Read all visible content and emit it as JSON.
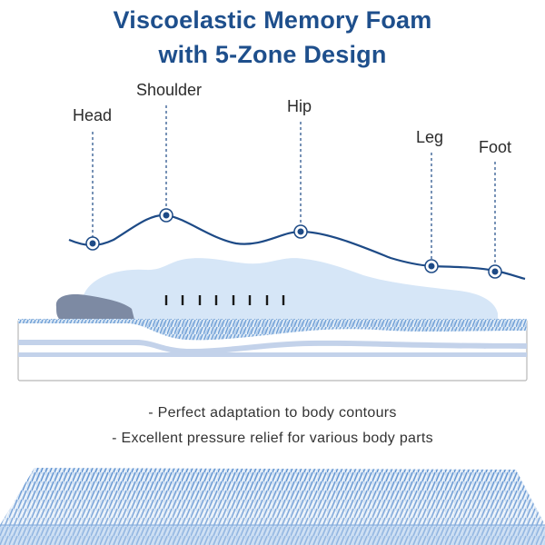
{
  "title": {
    "line1": "Viscoelastic Memory Foam",
    "line2": "with 5-Zone Design"
  },
  "zones": {
    "head": "Head",
    "shoulder": "Shoulder",
    "hip": "Hip",
    "leg": "Leg",
    "foot": "Foot"
  },
  "features": [
    "- Perfect adaptation to body contours",
    "- Excellent pressure relief for various body parts"
  ],
  "colors": {
    "title": "#1e4f8c",
    "curve": "#1d4a86",
    "body_silhouette": "#d6e6f7",
    "pillow": "#7d8aa3",
    "foam": "#6f9fd6"
  }
}
